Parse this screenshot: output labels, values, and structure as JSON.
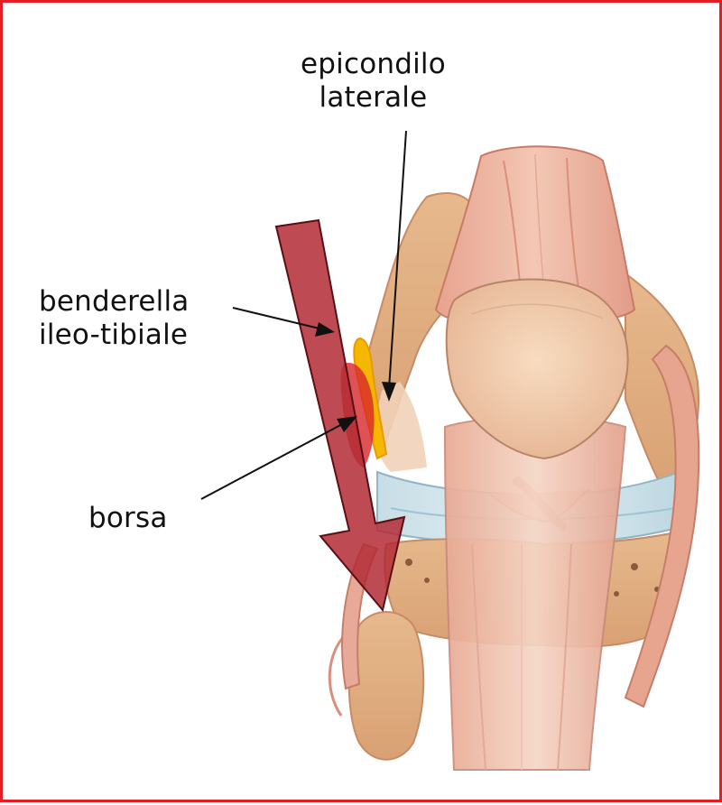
{
  "labels": {
    "epicondyle_line1": "epicondilo",
    "epicondyle_line2": "laterale",
    "band_line1": "benderella",
    "band_line2": "ileo-tibiale",
    "bursa": "borsa"
  },
  "colors": {
    "frame": "#e31e24",
    "force_arrow": "#b8323c",
    "band_highlight": "#f5b700",
    "bursa_highlight": "#d8262a"
  }
}
